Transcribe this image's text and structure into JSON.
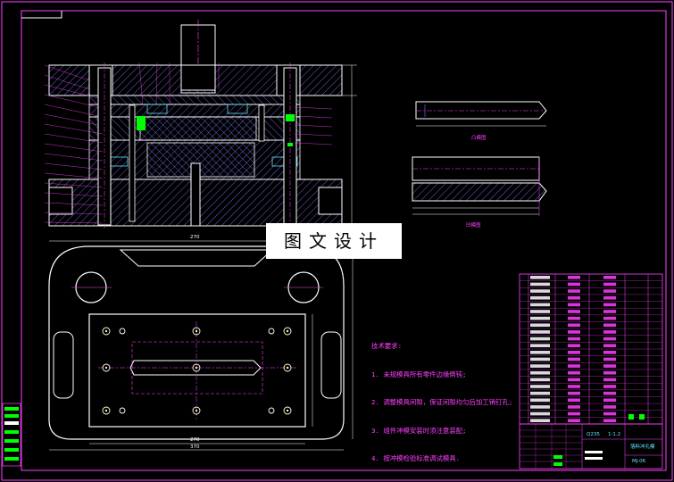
{
  "watermark": "图文设计",
  "technical_requirements": {
    "heading": "技术要求:",
    "items": [
      "1. 未规模具所有零件边缘倒钝;",
      "2. 调整模具间隙，保证间隙均匀后加工销钉孔;",
      "3. 组件冲模安装时须注意装配;",
      "4. 按冲模检验标准调试模具."
    ]
  },
  "part_views": {
    "top_view_caption": "凸模图",
    "bottom_view_caption": "凹模图"
  },
  "dimensions": {
    "overall_width": "270",
    "overall_width_lower_1": "270",
    "overall_width_lower_2": "370"
  },
  "title_block": {
    "material": "Q235",
    "scale": "1:1.2",
    "drawing_name": "落料冲孔模",
    "drawing_number": "MJ-06"
  },
  "colors": {
    "background": "#000000",
    "outline": "#ffffff",
    "frame": "#ff40ff",
    "hatch": "#8888ff",
    "accent_green": "#00ff00",
    "accent_cyan": "#60e0ff",
    "accent_yellow": "#ffff40"
  }
}
